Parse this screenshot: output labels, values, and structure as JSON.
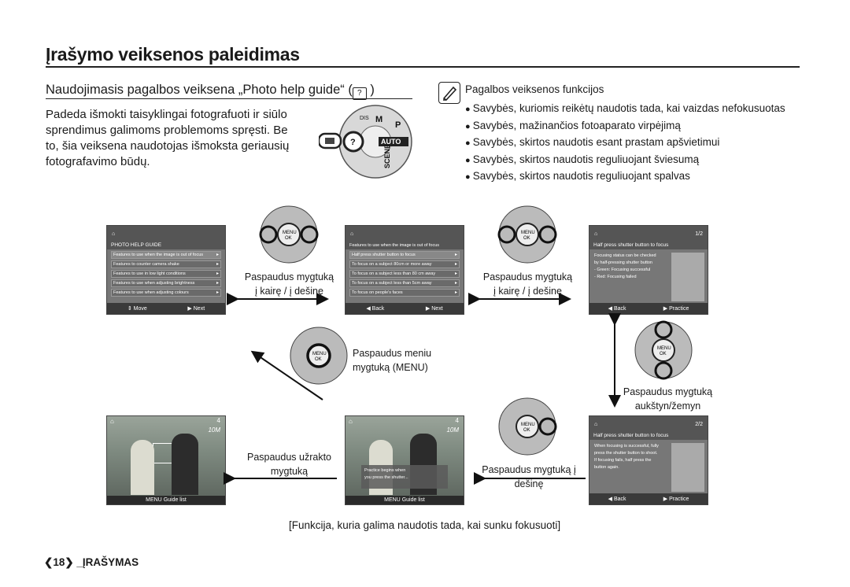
{
  "page_title": "Įrašymo veiksenos paleidimas",
  "section_title": "Naudojimasis pagalbos veiksena „Photo help guide“ (",
  "section_title_end": " )",
  "intro": "Padeda išmokti taisyklingai fotografuoti ir siūlo sprendimus galimoms problemoms spręsti. Be to, šia veiksena naudotojas išmoksta geriausių fotografavimo būdų.",
  "dial_labels": {
    "p": "P",
    "auto": "AUTO",
    "scene": "SCENE",
    "dis": "DIS",
    "m": "M"
  },
  "note_title": "Pagalbos veiksenos funkcijos",
  "bullets": [
    "Savybės, kuriomis reikėtų naudotis tada, kai vaizdas nefokusuotas",
    "Savybės, mažinančios fotoaparato virpėjimą",
    "Savybės, skirtos naudotis esant prastam apšvietimui",
    "Savybės, skirtos naudotis reguliuojant šviesumą",
    "Savybės, skirtos naudotis reguliuojant spalvas"
  ],
  "screen1": {
    "header": "PHOTO HELP GUIDE",
    "rows": [
      "Features to use when the image is out of focus",
      "Features to counter camera shake",
      "Features to use in low light conditions",
      "Features to use when adjusting brightness",
      "Features to use when adjusting colours"
    ],
    "foot_left": "Move",
    "foot_right": "Next"
  },
  "screen2": {
    "header": "Features to use when the image is out of focus",
    "rows": [
      "Half press shutter button to focus",
      "To focus on a subject 80cm or more away",
      "To focus on a subject less than 80 cm away",
      "To focus on a subject less than 5cm away",
      "To focus on people's faces"
    ],
    "foot_left": "Back",
    "foot_right": "Next"
  },
  "screen3": {
    "page": "1/2",
    "header": "Half press shutter button to focus",
    "lines": [
      "Focusing status can be checked",
      "by half-pressing shutter button",
      "- Green: Focusing successful",
      "- Red: Focusing failed"
    ],
    "foot_left": "Back",
    "foot_right": "Practice"
  },
  "screen4": {
    "page": "2/2",
    "header": "Half press shutter button to focus",
    "lines": [
      "When focusing is successful, fully",
      "press the shutter button to shoot.",
      "If focusing fails, half press the",
      "button again."
    ],
    "foot_left": "Back",
    "foot_right": "Practice"
  },
  "screen5": {
    "count": "4",
    "size": "10M",
    "guide": "Guide list",
    "menu": "MENU"
  },
  "screen6": {
    "count": "4",
    "size": "10M",
    "guide": "Guide list",
    "menu": "MENU",
    "practice_lines": [
      "Practice begins when",
      "you press the shutter..."
    ]
  },
  "pad_labels": {
    "menu": "MENU",
    "ok": "OK"
  },
  "cap_lr_1": [
    "Paspaudus mygtuką",
    "į kairę / į dešinę"
  ],
  "cap_lr_2": [
    "Paspaudus mygtuką",
    "į kairę / į dešinę"
  ],
  "cap_menu": [
    "Paspaudus meniu",
    "mygtuką (MENU)"
  ],
  "cap_updown": [
    "Paspaudus mygtuką",
    "aukštyn/žemyn"
  ],
  "cap_shutter": [
    "Paspaudus užrakto",
    "mygtuką"
  ],
  "cap_right": "Paspaudus mygtuką į dešinę",
  "footer_note": "[Funkcija, kuria galima naudotis tada, kai sunku fokusuoti]",
  "page_number": "18",
  "section_name": "_ĮRAŠYMAS"
}
